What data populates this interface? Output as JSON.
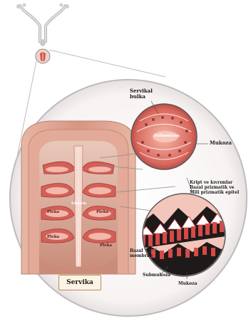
{
  "labels": {
    "servikal_bulka": "Servikal\nbulka",
    "submukoza_inset": "Submukoza",
    "mukoza_top": "Mukoza",
    "kript": "Kript ve kıvrımlar\nBazal prizmatik ve\nMili prizmatik epitel",
    "bazal_membran": "Bazal\nmembran",
    "submukoza_bottom": "Submukoza",
    "mukoza_bottom": "Mukoza",
    "lumen": "Lümen",
    "pleka_left": "Pleka",
    "pleka_right": "Pleka",
    "pleka_lower": "Pleka",
    "pleka_lower_right": "Pleka",
    "title": "Servika"
  },
  "colors": {
    "tissue": "#d9a48f",
    "tissue_dark": "#b4574d",
    "mucosa": "#e05b5b",
    "lumen": "#f4d2c4",
    "frame": "#c3c3c3",
    "title_bg": "#fbf3e6"
  }
}
